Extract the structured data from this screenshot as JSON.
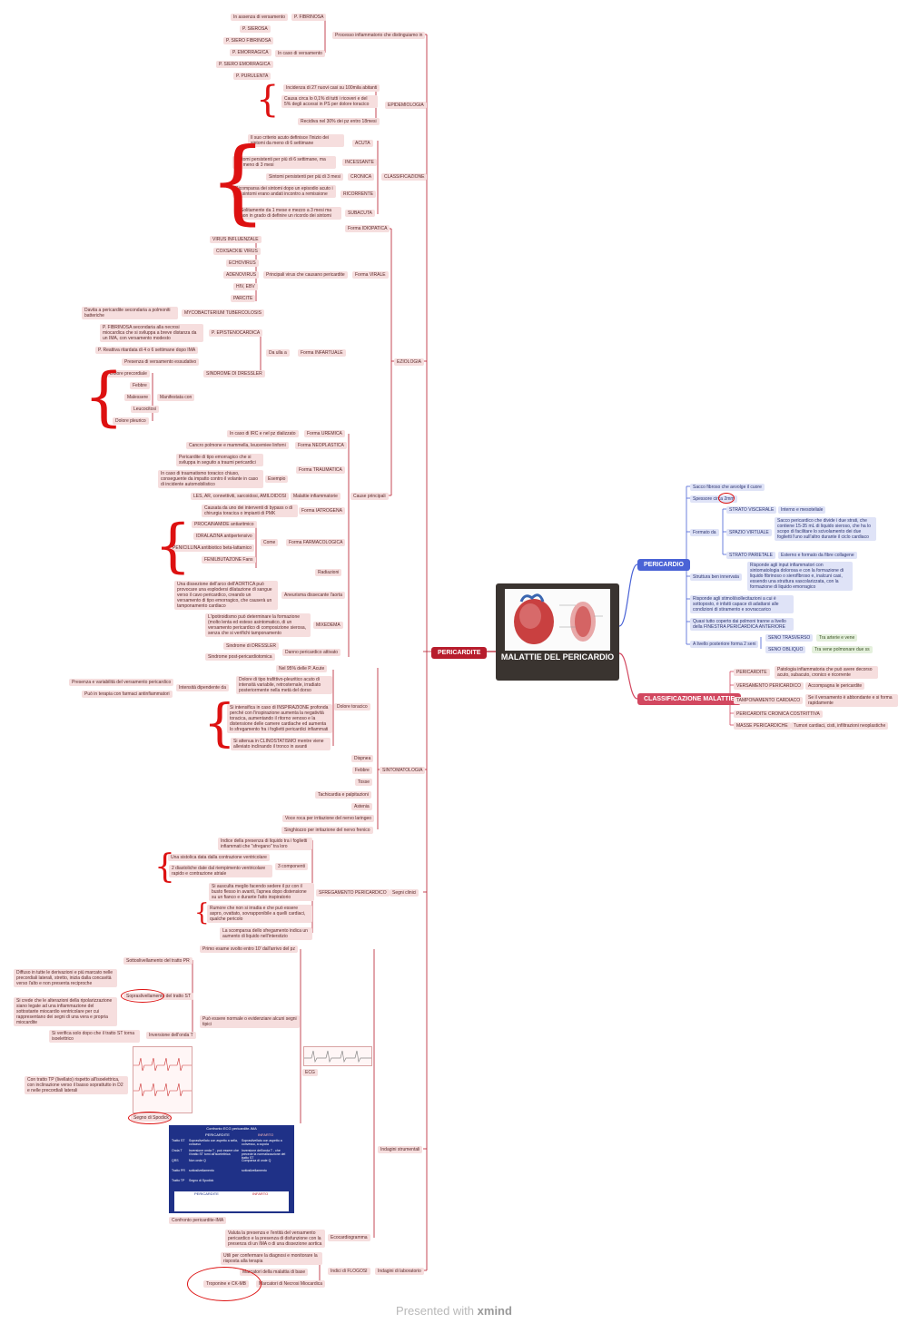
{
  "center": {
    "title": "MALATTIE DEL PERICARDIO",
    "image": "pericardium-illustration"
  },
  "main": {
    "pericardite": "PERICARDITE",
    "pericardio": "PERICARDIO",
    "classificazione": "CLASSIFICAZIONE MALATTIE"
  },
  "pericardio": {
    "sacco": "Sacco fibroso che avvolge il cuore",
    "spessore": "Spessore circa 2mm",
    "formato": "Formato da",
    "viscerale": "STRATO VISCERALE",
    "viscerale_d": "Interno e mesoteliale",
    "virtuale": "SPAZIO VIRTUALE",
    "virtuale_d": "Sacco pericardico che divide i due strati, che contiene 15-35 mL di liquido sieroso, che ha lo scopo di facilitare lo scivolamento dei due foglietti l'uno sull'altro durante il ciclo cardiaco",
    "parietale": "STRATO PARIETALE",
    "parietale_d": "Esterno e formato da fibre collagene",
    "struttura": "Struttura ben innervata",
    "struttura_d": "Risponde agli input infiammatori con sintomatologia dolorosa e con la formazione di liquido fibrinoso o sieroflbroso e, inalcuni casi, essendo una struttura vascolarizzata, con la formazione di liquido emorragico",
    "stimoli": "Risponde agli stimoli/sollecitazioni a cui è sottoposto, è infatti capace di adattarsi alle condizioni di stiramento e sovraccarico",
    "polmoni": "Quasi tutto coperto dai polmoni tranne a livello della FINESTRA PERICARDICA ANTERIORE",
    "seni": "A livello posteriore forma 2 seni",
    "trasverso": "SENO TRASVERSO",
    "trasverso_d": "Tra arterie e vene",
    "obliquo": "SENO OBLIQUO",
    "obliquo_d": "Tra vene polmonare due ss"
  },
  "classificazione": {
    "pericardite": "PERICARDITE",
    "pericardite_d": "Patologia infiammatoria che può avere decorso acuto, subacuto, cronico e ricorrente",
    "versamento": "VERSAMENTO PERICARDICO",
    "versamento_d": "Accompagna le pericardite",
    "tamponamento": "TAMPONAMENTO CARDIACO",
    "tamponamento_d": "Se il versamento è abbondante e si forma rapidamente",
    "costrittiva": "PERICARDITE CRONICA COSTRITTIVA",
    "masse": "MASSE PERICARDICHE",
    "masse_d": "Tumori cardiaci, cisti, infiltrazioni neoplastiche"
  },
  "left": {
    "processo": "Processo infiammatorio che distinguiamo in",
    "fibrinosa": "P. FIBRINOSA",
    "assenza": "In assenza di versamento",
    "caso": "In caso di versamento",
    "sierosa": "P. SIEROSA",
    "sierofib": "P. SIERO FIBRINOSA",
    "emorragica": "P. EMORRAGICA",
    "sieroemo": "P. SIERO EMORRAGICA",
    "purulenta": "P. PURULENTA",
    "epidemiologia": "EPIDEMIOLOGIA",
    "epi1": "Incidenza di 27 nuovi casi su 100mila abitanti",
    "epi2": "Causa circa lo 0,1% di tutti i ricoveri e del 5% degli accessi in PS per dolore toracico",
    "epi3": "Recidiva nel 30% dei pz entro 18mesi",
    "classificazione": "CLASSIFICAZIONE",
    "acuta": "ACUTA",
    "acuta_d": "Il suo criterio acuto definisce l'inizio dei sintomi da meno di 6 settimane",
    "incessante": "INCESSANTE",
    "incessante_d": "Sintomi persistenti per più di 6 settimane, ma per meno di 3 mesi",
    "cronica": "CRONICA",
    "cronica_d": "Sintomi persistenti per più di 3 mesi",
    "ricorrente": "RICORRENTE",
    "ricorrente_d": "Ricomparsa dei sintomi dopo un episodio acuto i cui sintomi erano andati incontro a remissione",
    "subacuta": "SUBACUTA",
    "subacuta_d": "Solitamente da 1 mese e mezzo a 3 mesi ma non in grado di definire un ricordo dei sintomi",
    "eziologia": "EZIOLOGIA",
    "idiopatica": "Forma IDIOPATICA",
    "virale": "Forma VIRALE",
    "principali": "Principali virus che causano pericardite",
    "virus": [
      "VIRUS INFLUENZALE",
      "COXSACKIE VIRUS",
      "ECHOVIRUS",
      "ADENOVIRUS",
      "HIV, EBV",
      "PARCITE"
    ],
    "myco": "MYCOBACTERIUM TUBERCOLOSIS",
    "myco_d": "Davita a pericardite secondaria a polmoniti batteriche",
    "infartuale": "Forma INFARTUALE",
    "dauria": "Da ulla a",
    "epistenocardica": "P. EPISTENOCARDICA",
    "epistenocardica_d": "P. FIBRINOSA secondaria alla necrosi miocardica che si sviluppa a breve distanza da un IMA, con versamento modesto",
    "dressler": "SINDROME DI DRESSLER",
    "dressler1": "P. Reattiva ritardata di 4 o 6 settimane dopo IMA",
    "dressler2": "Presenza di versamento essudativo",
    "manifestata": "Manifestata con",
    "sintomi_dressler": [
      "Dolore precordiale",
      "Febbre",
      "Malessere",
      "Leucocitosi",
      "Dolore pleurico"
    ],
    "altre": "Cause principali",
    "uremica": "Forma UREMICA",
    "uremica_d": "In caso di IRC e nel pz dializzato",
    "neoplastica": "Forma NEOPLASTICA",
    "neoplastica_d": "Cancro polmone e mammella, leucemiee linfomi",
    "traumatica": "Forma TRAUMATICA",
    "esempio": "Esempio",
    "traumatica1": "Pericardite di tipo emorragico che si sviluppa in seguito a traumi pericardici",
    "traumatica2": "In caso di traumatismo toracico chiuso, conseguente da impatto contro il volante in caso di incidente automobilistico",
    "malattie": "Malattie infiammatorie",
    "malattie_d": "LES, AR, connettiviti, sarcoidosi, AMILOIDOSI",
    "iatrogena": "Forma IATROGENA",
    "iatrogena_d": "Causata da uno dei interventi di bypass o di chirurgia toracica o impianti di PMK",
    "farmacologica": "Forma FARMACOLOGICA",
    "come": "Come",
    "farmaci": [
      "PROCAINAMIDE antiaritmico",
      "IDRALAZINA antipertensivo",
      "PENICILLINA antibiotico beta-lattamico",
      "FENILBUTAZONE Fans"
    ],
    "radiazioni": "Radiazioni",
    "aneurisma": "Aneurisma dissecante l'aorta",
    "aneurisma_d": "Una dissezione dell'arco dell'AORTICA può provocare una esplodersi dilatazione di sangue verso il cavo pericardico, creando un versamento di tipo emorragico, che causerà un tamponamento cardiaco",
    "mixedema": "MIXEDEMA",
    "mixedema_d": "L'ipotiroidismo può determinare la formazione (molto lenta ed esteso asintomatico, di un versamento pericardico di composizione sierosa, senza che si verifichi tamponamento",
    "danno": "Danno pericardico attivato",
    "danno1": "Sindrome di DRESSLER",
    "danno2": "Sindrome post-pericardiotomica",
    "sintomatologia": "SINTOMATOLOGIA",
    "dolore": "Dolore toracico",
    "dolore1": "Nel 95% delle P. Acute",
    "dolore2": "Dolore di tipo trafittivo-pleuritico acuto di intensità variabile, retrosternale, irradiato posteriormente nella metà del dorso",
    "intensita": "Intensità dipendente da",
    "intensita1": "Presenza e variabilità del versamento pericardico",
    "intensita2": "Può in terapia con farmaci antinfiammatori",
    "dolore3": "Si intensifica in caso di INSPIRAZIONE profonda perché con l'inspirazione aumenta la negatività toracica, aumentando il ritorno venoso e la distensione delle camere cardiache ed aumenta lo sfregamento fra i foglietti pericardici infiammati",
    "dolore4": "Si attenua in CLINOSTATISMO mentre viene alleviato inclinando il tronco in avanti",
    "dispnea": "Dispnea",
    "febbre": "Febbre",
    "tosse": "Tosse",
    "tachicardia": "Tachicardia e palpitazioni",
    "astenia": "Astenia",
    "voce": "Voce roca per irritazione del nervo laringeo",
    "singhiozzo": "Singhiozzo per irritazione del nervo frenico",
    "segni": "Segni clinici",
    "sfregamento": "SFREGAMENTO PERICARDICO",
    "sfregamento1": "Indice della presenza di liquido tra i foglietti infiammati che \"sfregano\" tra loro",
    "componenti": "3 componenti",
    "comp1": "Una sistolica data dalla contrazione ventricolare",
    "comp2": "2 diastoliche date dal riempimento ventricolare rapido e contrazione atriale",
    "sfregamento2": "Si ausculta meglio facendo sedere il pz con il busto flesso in avanti, l'apnea dopo distensione su un fianco e durante l'atto inspiratorio",
    "sfregamento3": "Rumore che non si irradia e che può essere aspro, ovattato, sovrapponibile a quelli cardiaci, qualche pericolo",
    "sfregamento4": "La scomparsa dello sfregamento indica un aumento di liquido nell'interstizio",
    "strumentali": "Indagini strumentali",
    "ecg": "ECG",
    "ecg1": "Primo esame svolto entro 10' dall'arrivo del pz",
    "ecg2": "Può essere normale o evidenziare alcuni segni tipici",
    "sottoslivellamento": "Sottoslivellamento del tratto PR",
    "sopraslivellamento": "Sopraslivellamento del tratto ST",
    "sopra1": "Diffuso in tutte le derivazioni e più marcato nelle precordiali laterali, stretto, inizia dalla concavità verso l'alto e non presenta reciproche",
    "sopra2": "Si crede che le alterazioni della ripolarizzazione siano legate ad una infiammazione del sottostante miocardio ventricolare per cui rappresentano dei segni di una vera e propria miocardite",
    "inversione": "Inversione dell'onda T",
    "inversione_d": "Si verifica solo dopo che il tratto ST torna isoelettrico",
    "spodick": "Segno di Spodick",
    "spodick_d": "Con tratto TP (livellato) rispetto all'isoelettrica, con inclinazione verso il basso soprattutto in D2 e nelle precordiali laterali",
    "confronto": "Confronto pericardite-IMA",
    "table": {
      "title": "Confronto ECG pericardite-IMA",
      "h1": "PERICARDITE",
      "h2": "INFARTO",
      "rows": [
        [
          "Tratto ST",
          "Sopraslivellato con aspetto a sella, concavo",
          "Sopraslivellato con aspetto a convesso, a cupola"
        ],
        [
          "Onda T",
          "Inversione onda T - può essere che il tratto ST torni all'isoelettrica",
          "Inversione dell'onda T - che precede la normalizzazione del tratto ST"
        ],
        [
          "QRS",
          "Non onde Q",
          "Comparsa di onde Q"
        ],
        [
          "Tratto PR",
          "sottoslivellamento",
          "sottoslivellamento"
        ],
        [
          "Tratto TP",
          "Segno di Spodick",
          ""
        ]
      ],
      "c1": "PERICARDITE",
      "c2": "INFARTO"
    },
    "eco": "Ecocardiogramma",
    "eco_d": "Valuta la presenza e l'entità del versamento pericardico e la presenza di disfunzione con la presenza di un IMA o di una dissezione aortica",
    "laboratorio": "Indagini di laboratorio",
    "flogosi": "Indici di FLOGOSI",
    "flogosi_d": "Utili per confermare la diagnosi e monitorare la risposta alla terapia",
    "marcatori": "Marcatori della malattia di base",
    "necrosi": "Marcatori di Necrosi Miocardica",
    "necrosi_d": "Troponine e CK-MB"
  },
  "footer": {
    "presented": "Presented with",
    "brand": "xmind"
  }
}
